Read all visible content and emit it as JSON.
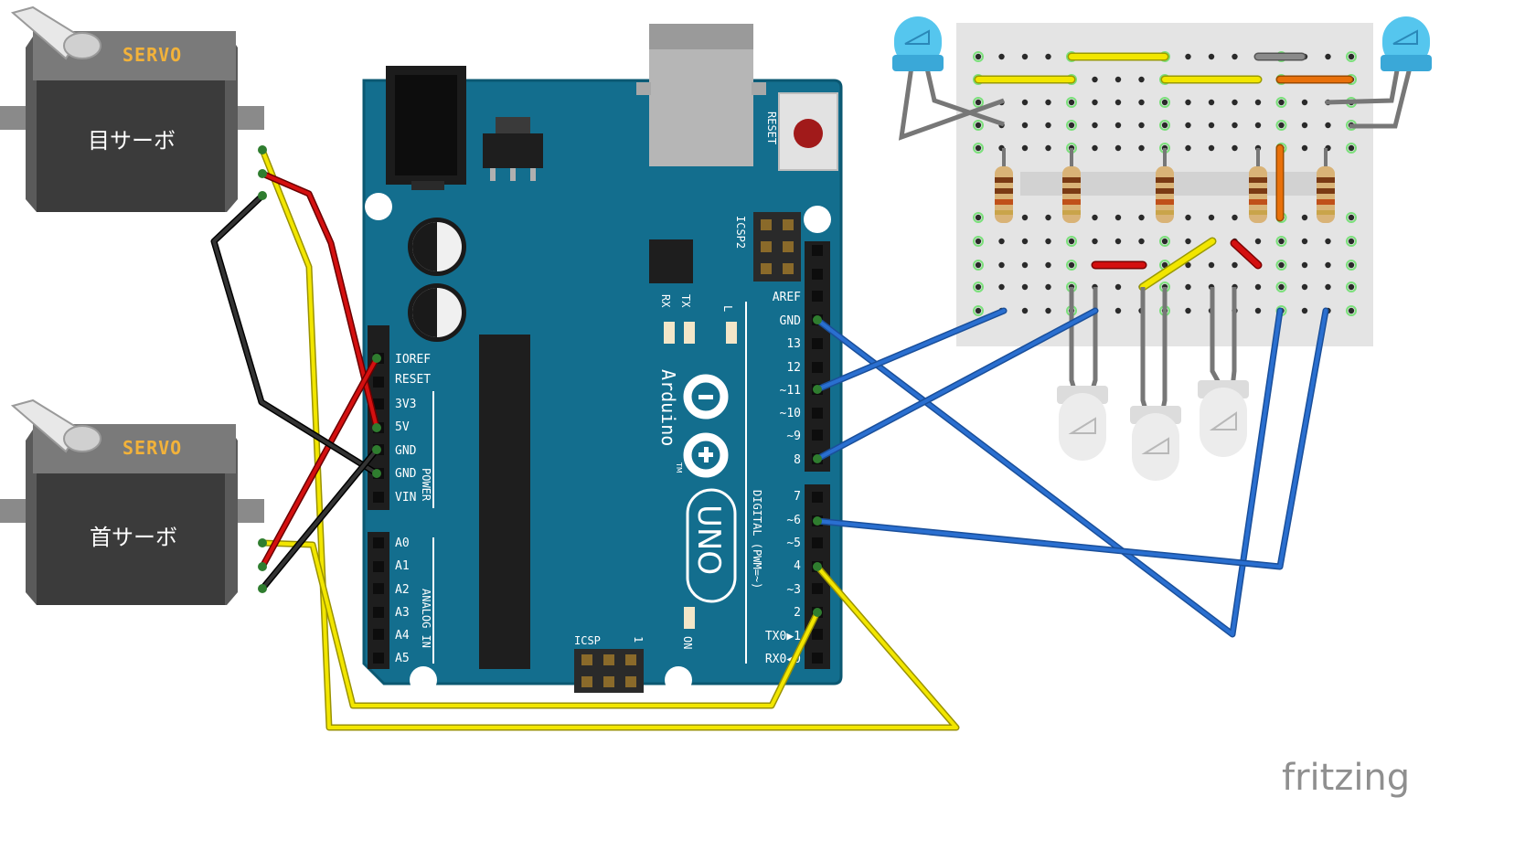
{
  "servos": [
    {
      "name": "目サーボ",
      "tag": "SERVO"
    },
    {
      "name": "首サーボ",
      "tag": "SERVO"
    }
  ],
  "arduino": {
    "brand": "Arduino",
    "trademark": "TM",
    "model": "UNO",
    "reset_label": "RESET",
    "icsp2_label": "ICSP2",
    "icsp_label": "ICSP",
    "icsp_pin1": "1",
    "led_labels": [
      "RX",
      "TX",
      "L"
    ],
    "on_label": "ON",
    "power_group_label": "POWER",
    "analog_group_label": "ANALOG IN",
    "digital_group_label": "DIGITAL (PWM=~)",
    "power_pins": [
      "IOREF",
      "RESET",
      "3V3",
      "5V",
      "GND",
      "GND",
      "VIN"
    ],
    "analog_pins": [
      "A0",
      "A1",
      "A2",
      "A3",
      "A4",
      "A5"
    ],
    "digital_pins_top": [
      "AREF",
      "GND",
      "13",
      "12",
      "~11",
      "~10",
      "~9",
      "8"
    ],
    "digital_pins_bottom": [
      "7",
      "~6",
      "~5",
      "4",
      "~3",
      "2",
      "TX0▶1",
      "RX0◀0"
    ]
  },
  "watermark": "fritzing",
  "colors": {
    "board": "#136e8e",
    "board_edge": "#0b5872",
    "servo_body": "#3b3b3b",
    "servo_top": "#777777",
    "servo_tag": "#f2b23a",
    "wire_yellow": "#f2e600",
    "wire_red": "#d41010",
    "wire_black": "#222222",
    "wire_blue": "#2a6fd0",
    "wire_orange": "#e8700a",
    "breadboard": "#e4e4e4",
    "led_blue": "#55c6ee",
    "led_white": "#e9e9e9"
  }
}
